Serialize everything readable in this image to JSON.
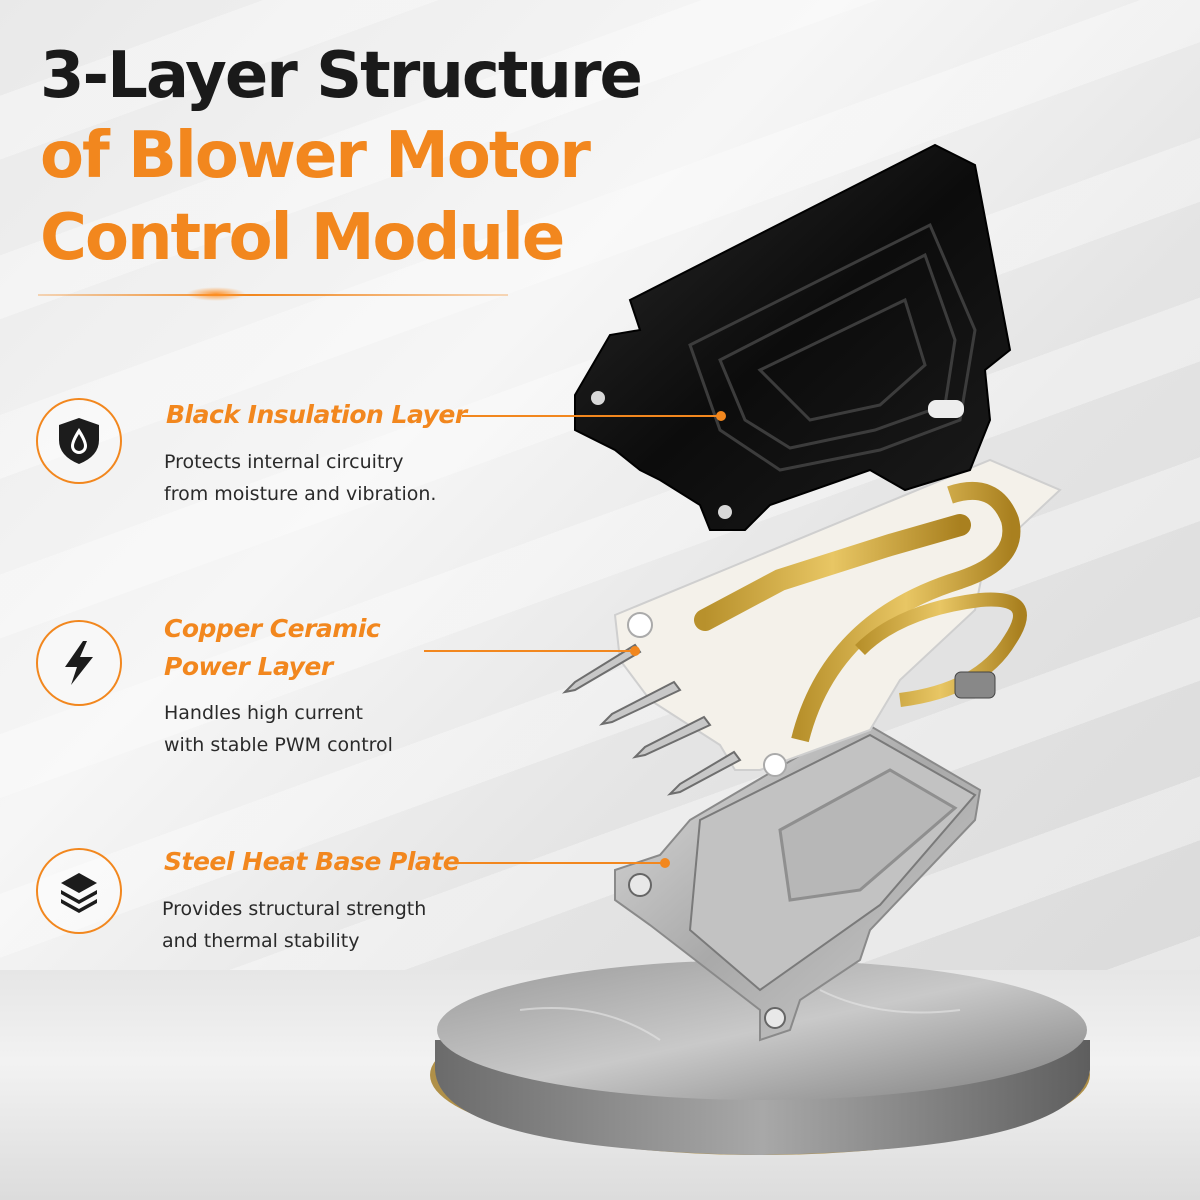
{
  "title": {
    "line1": "3-Layer Structure",
    "line2": "of Blower Motor",
    "line3": "Control Module"
  },
  "features": [
    {
      "icon": "shield-drop-icon",
      "title": "Black Insulation Layer",
      "desc": [
        "Protects internal circuitry",
        "from moisture and vibration."
      ]
    },
    {
      "icon": "lightning-bolt-icon",
      "title": [
        "Copper Ceramic",
        "Power Layer"
      ],
      "desc": [
        "Handles high current",
        "with stable PWM control"
      ]
    },
    {
      "icon": "stacked-layers-icon",
      "title": "Steel Heat Base Plate",
      "desc": [
        "Provides structural strength",
        "and thermal stability"
      ]
    }
  ],
  "colors": {
    "accent": "#f2871e",
    "title_dark": "#1a1a1a",
    "text": "#2a2a2a"
  }
}
